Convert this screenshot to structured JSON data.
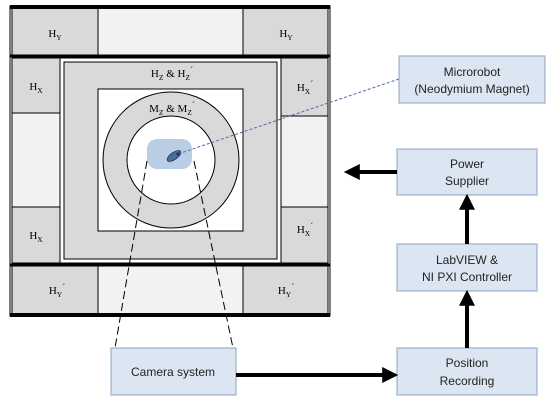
{
  "coils": {
    "hy_top_left": {
      "main": "H",
      "sub": "Y",
      "prime": ""
    },
    "hy_top_right": {
      "main": "H",
      "sub": "Y",
      "prime": ""
    },
    "hx_left_top": {
      "main": "H",
      "sub": "X",
      "prime": ""
    },
    "hx_right_top": {
      "main": "H",
      "sub": "X",
      "prime": "´"
    },
    "hx_left_bottom": {
      "main": "H",
      "sub": "X",
      "prime": ""
    },
    "hx_right_bottom": {
      "main": "H",
      "sub": "X",
      "prime": "´"
    },
    "hy_bottom_left": {
      "main": "H",
      "sub": "Y",
      "prime": "´"
    },
    "hy_bottom_right": {
      "main": "H",
      "sub": "Y",
      "prime": "´"
    },
    "hz_label": {
      "a": "H",
      "a_sub": "Z",
      "amp": " & ",
      "b": "H",
      "b_sub": "Z",
      "b_prime": "´"
    },
    "mz_label": {
      "a": "M",
      "a_sub": "Z",
      "amp": " & ",
      "b": "M",
      "b_sub": "Z",
      "b_prime": "´"
    }
  },
  "boxes": {
    "microrobot": {
      "line1": "Microrobot",
      "line2": "(Neodymium Magnet)"
    },
    "power": {
      "line1": "Power",
      "line2": "Supplier"
    },
    "labview": {
      "line1": "LabVIEW &",
      "line2": "NI PXI Controller"
    },
    "position": {
      "line1": "Position",
      "line2": "Recording"
    },
    "camera": {
      "line1": "Camera system"
    }
  },
  "colors": {
    "coil_fill": "#d9d9d9",
    "box_fill": "#dce6f2",
    "box_stroke": "#8ea3c2",
    "robot_area": "#b9cde5",
    "line": "#000000"
  }
}
